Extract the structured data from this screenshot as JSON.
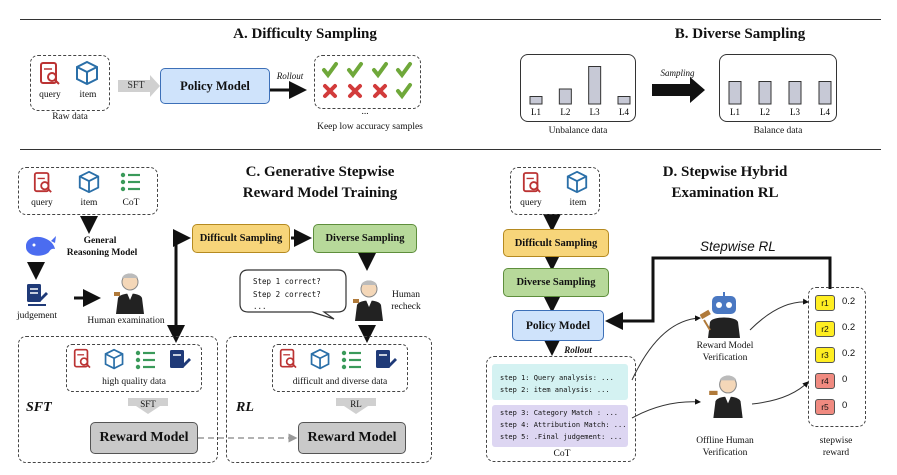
{
  "sections": {
    "a_title": "A. Difficulty Sampling",
    "b_title": "B. Diverse Sampling",
    "c_title_1": "C. Generative Stepwise",
    "c_title_2": "Reward Model Training",
    "d_title_1": "D. Stepwise Hybrid",
    "d_title_2": "Examination RL"
  },
  "a": {
    "query": "query",
    "item": "item",
    "raw_data": "Raw data",
    "sft": "SFT",
    "policy_model": "Policy Model",
    "rollout": "Rollout",
    "ellipsis": "...",
    "keep": "Keep low accuracy samples"
  },
  "b": {
    "sampling": "Sampling",
    "unbalance": "Unbalance data",
    "balance": "Balance data",
    "levels": [
      "L1",
      "L2",
      "L3",
      "L4"
    ],
    "unbalance_heights": [
      1,
      2,
      5,
      1
    ],
    "balance_heights": [
      3,
      3,
      3,
      3
    ]
  },
  "c": {
    "query": "query",
    "item": "item",
    "cot": "CoT",
    "general_1": "General",
    "general_2": "Reasoning Model",
    "judgement": "judgement",
    "human_exam": "Human examination",
    "difficult_sampling": "Difficult Sampling",
    "diverse_sampling": "Diverse Sampling",
    "step1": "Step 1 correct?",
    "step2": "Step 2 correct?",
    "dots": "...",
    "human_1": "Human",
    "human_2": "recheck",
    "high_quality": "high quality data",
    "difficult_diverse": "difficult and diverse data",
    "sft_label": "SFT",
    "rl_label": "RL",
    "sft_arrow": "SFT",
    "rl_arrow": "RL",
    "reward_model_left": "Reward Model",
    "reward_model_right": "Reward Model"
  },
  "d": {
    "query": "query",
    "item": "item",
    "difficult_sampling": "Difficult Sampling",
    "diverse_sampling": "Diverse Sampling",
    "policy_model": "Policy Model",
    "rollout": "Rollout",
    "stepwise_rl": "Stepwise RL",
    "cot_lines_a": [
      "step 1: Query  analysis: ...",
      "step 2: item analysis: ..."
    ],
    "cot_lines_b": [
      "step 3: Category Match : ...",
      "step 4: Attribution Match: ...",
      "step 5: .Final judgement: ..."
    ],
    "cot": "CoT",
    "rm_ver_1": "Reward Model",
    "rm_ver_2": "Verification",
    "off_1": "Offline Human",
    "off_2": "Verification",
    "rewards": [
      {
        "label": "r1",
        "value": "0.2",
        "color": "#ffee22"
      },
      {
        "label": "r2",
        "value": "0.2",
        "color": "#ffee22"
      },
      {
        "label": "r3",
        "value": "0.2",
        "color": "#ffee22"
      },
      {
        "label": "r4",
        "value": "0",
        "color": "#f08a80"
      },
      {
        "label": "r5",
        "value": "0",
        "color": "#f08a80"
      }
    ],
    "stepwise_1": "stepwise",
    "stepwise_2": "reward"
  }
}
